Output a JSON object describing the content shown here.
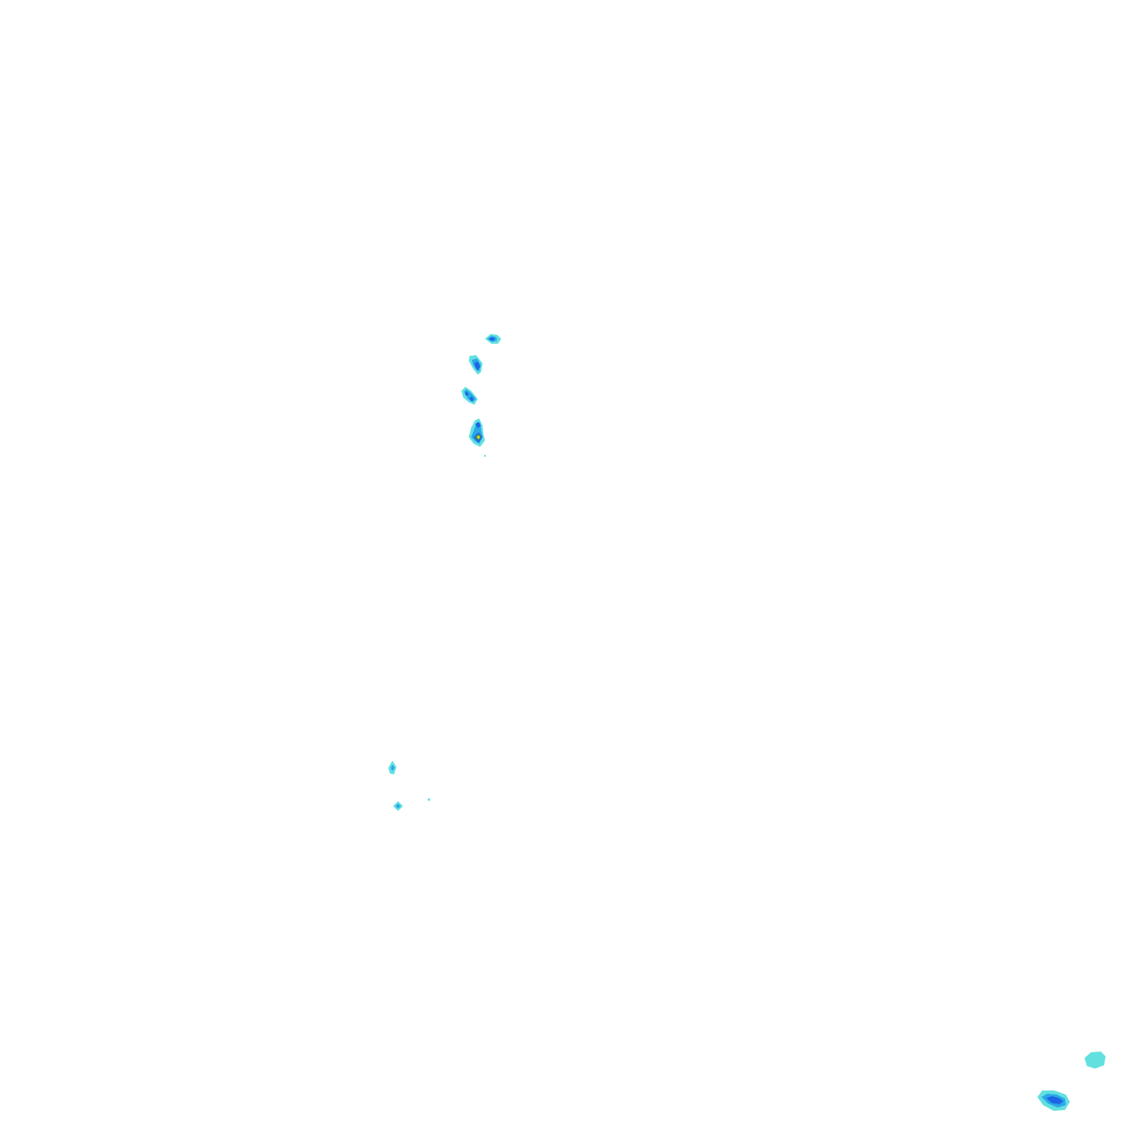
{
  "map": {
    "background_color": "#ffffff",
    "palette": {
      "level_1": "#62e0e0",
      "level_2": "#2aa8e8",
      "level_3": "#1e64e6",
      "level_4": "#5a9a2a",
      "level_5": "#e0e030"
    },
    "features": [
      {
        "name": "contour-cluster-north-1",
        "levels": 3
      },
      {
        "name": "contour-cluster-north-2",
        "levels": 3
      },
      {
        "name": "contour-cluster-north-3",
        "levels": 3
      },
      {
        "name": "contour-cluster-north-4",
        "levels": 5
      },
      {
        "name": "contour-cluster-mid-1",
        "levels": 2
      },
      {
        "name": "contour-cluster-mid-2",
        "levels": 2
      },
      {
        "name": "contour-cluster-southeast-1",
        "levels": 1
      },
      {
        "name": "contour-cluster-southeast-2",
        "levels": 3
      }
    ]
  }
}
